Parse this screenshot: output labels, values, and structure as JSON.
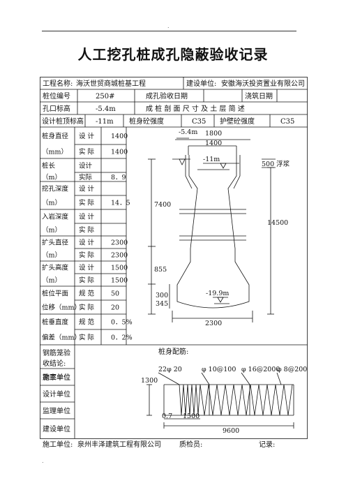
{
  "header": {
    "dot": ".",
    "title": "人工挖孔桩成孔隐蔽验收记录"
  },
  "info": {
    "project_label": "工程名称:",
    "project_value": "海沃世贸商城桩基工程",
    "client_label": "建设单位:",
    "client_value": "安徽海沃投资置业有限公司",
    "pile_no_label": "桩位编号",
    "pile_no_value": "250#",
    "check_date_label": "成孔验收日期",
    "pour_date_label": "浇筑日期",
    "hole_elev_label": "孔口标高",
    "hole_elev_value": "-5.4m",
    "section_label": "成 桩 剖 面 尺 寸 及 土 层 简 述",
    "top_elev_label": "设计桩顶标高",
    "top_elev_value": "-11m",
    "body_conc_label": "桩身砼强度",
    "body_conc_value": "C35",
    "wall_conc_label": "护壁砼强度",
    "wall_conc_value": "C35"
  },
  "spec_rows": [
    {
      "label": "桩身直径",
      "sub": "设 计",
      "value": "1400"
    },
    {
      "label": "（mm）",
      "sub": "实 际",
      "value": "1400"
    },
    {
      "label": "桩长",
      "sub": "设计",
      "value": ""
    },
    {
      "label": "（m）",
      "sub": "实际",
      "value": "8．9"
    },
    {
      "label": "挖孔深度",
      "sub": "设 计",
      "value": ""
    },
    {
      "label": "（m）",
      "sub": "实 际",
      "value": "14．5"
    },
    {
      "label": "入岩深度",
      "sub": "设 计",
      "value": ""
    },
    {
      "label": "（m）",
      "sub": "实 际",
      "value": ""
    },
    {
      "label": "扩头直径",
      "sub": "设 计",
      "value": "2300"
    },
    {
      "label": "（m）",
      "sub": "实 际",
      "value": "2300"
    },
    {
      "label": "扩头高度",
      "sub": "设 计",
      "value": "1500"
    },
    {
      "label": "（m）",
      "sub": "实 际",
      "value": "1500"
    },
    {
      "label": "桩位平面",
      "sub": "规 范",
      "value": "50"
    },
    {
      "label": "位移（mm）",
      "sub": "实 际",
      "value": "20"
    },
    {
      "label": "桩垂直度",
      "sub": "规 范",
      "value": "0．5%"
    },
    {
      "label": "偏差（mm）",
      "sub": "实 际",
      "value": "0．2%"
    }
  ],
  "section": {
    "d1800": "1800",
    "d1400": "1400",
    "top": "-5.4m",
    "design": "-11m",
    "slurry": "500 浮浆",
    "h7400": "7400",
    "h14500": "14500",
    "h855": "855",
    "h300": "300",
    "h345": "345",
    "bottom": "-19.9m",
    "d2300": "2300"
  },
  "lower": {
    "cage_label_1": "钢筋笼验",
    "cage_label_2": "收结论:",
    "rebar_label": "桩身配筋:",
    "units": [
      "施工单位",
      "勘察单位",
      "设计单位",
      "监理单位",
      "建设单位"
    ]
  },
  "rebar": {
    "main": "22φ 20",
    "stir1": "φ 10@100",
    "stir2": "φ 16@2000",
    "stir3": "φ 8@200",
    "h1300": "1300",
    "l07": "0.7",
    "l1500": "1500",
    "l9600": "9600"
  },
  "footer": {
    "unit_label": "施工单位:",
    "unit_value": "泉州丰泽建筑工程有限公司",
    "inspector_label": "质检员:",
    "recorder_label": "记录:",
    "dot": "."
  }
}
